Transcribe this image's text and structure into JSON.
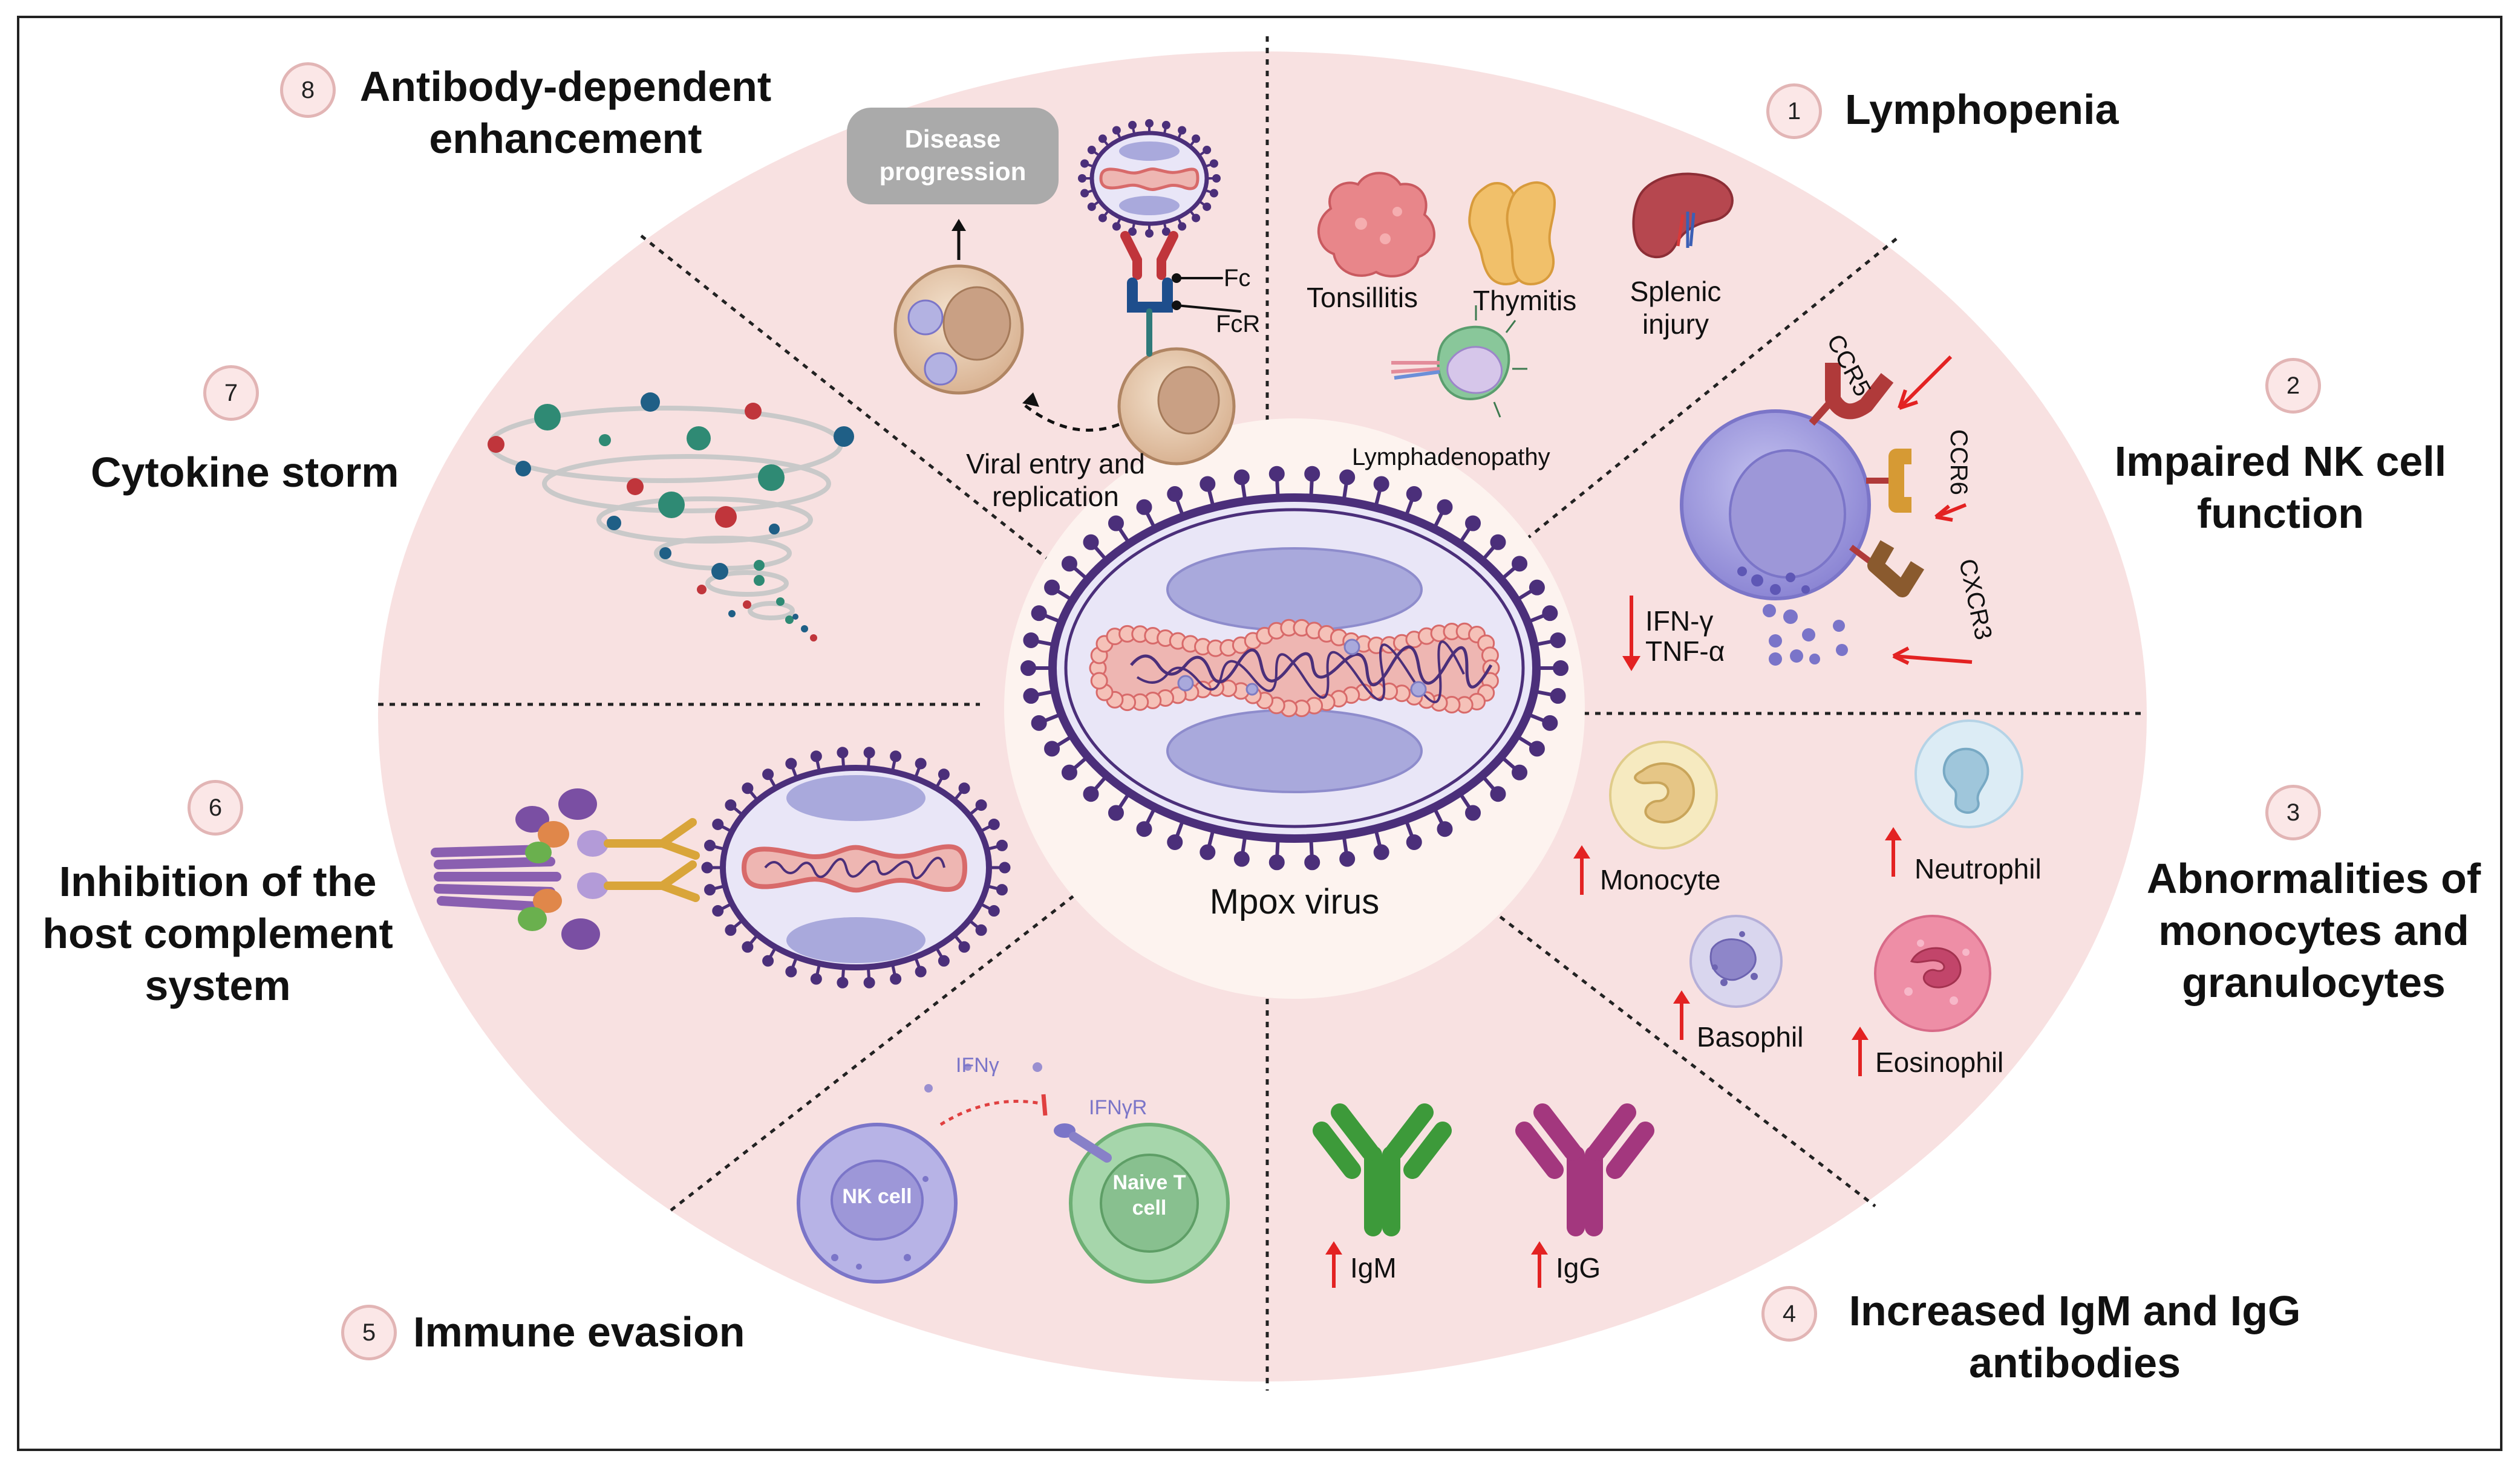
{
  "center": {
    "label": "Mpox virus"
  },
  "sections": [
    {
      "number": "1",
      "title": "Lymphopenia",
      "labels": [
        "Tonsillitis",
        "Thymitis",
        "Splenic injury",
        "Lymphadenopathy"
      ]
    },
    {
      "number": "2",
      "title": "Impaired NK cell function",
      "labels": [
        "CCR5",
        "CCR6",
        "CXCR3",
        "IFN-γ",
        "TNF-α"
      ]
    },
    {
      "number": "3",
      "title": "Abnormalities of monocytes and granulocytes",
      "labels": [
        "Monocyte",
        "Neutrophil",
        "Basophil",
        "Eosinophil"
      ]
    },
    {
      "number": "4",
      "title": "Increased IgM and IgG antibodies",
      "labels": [
        "IgM",
        "IgG"
      ]
    },
    {
      "number": "5",
      "title": "Immune evasion",
      "labels": [
        "IFNγ",
        "IFNγR",
        "NK cell",
        "Naive T cell"
      ]
    },
    {
      "number": "6",
      "title": "Inhibition of the host complement system",
      "labels": []
    },
    {
      "number": "7",
      "title": "Cytokine storm",
      "labels": []
    },
    {
      "number": "8",
      "title": "Antibody-dependent enhancement",
      "labels": [
        "Disease progression",
        "Fc",
        "FcR",
        "Viral entry and replication"
      ]
    }
  ],
  "colors": {
    "ellipse_fill": "#f8e1e1",
    "badge_fill": "#fbe7e7",
    "virus_outline": "#4b2f7a",
    "virus_core": "#eeb6b2",
    "lateral_body": "#a9a9dc",
    "up_arrow": "#e32222",
    "IgM": "#3d9a3a",
    "IgG": "#a3377e"
  },
  "icons": [
    "virus-icon",
    "tonsil-icon",
    "thymus-icon",
    "spleen-icon",
    "lymph-node-icon",
    "nk-cell-icon",
    "receptor-icon",
    "monocyte-icon",
    "neutrophil-icon",
    "basophil-icon",
    "eosinophil-icon",
    "antibody-icon",
    "naive-t-cell-icon",
    "complement-icon",
    "cytokine-tornado-icon",
    "macrophage-icon"
  ]
}
